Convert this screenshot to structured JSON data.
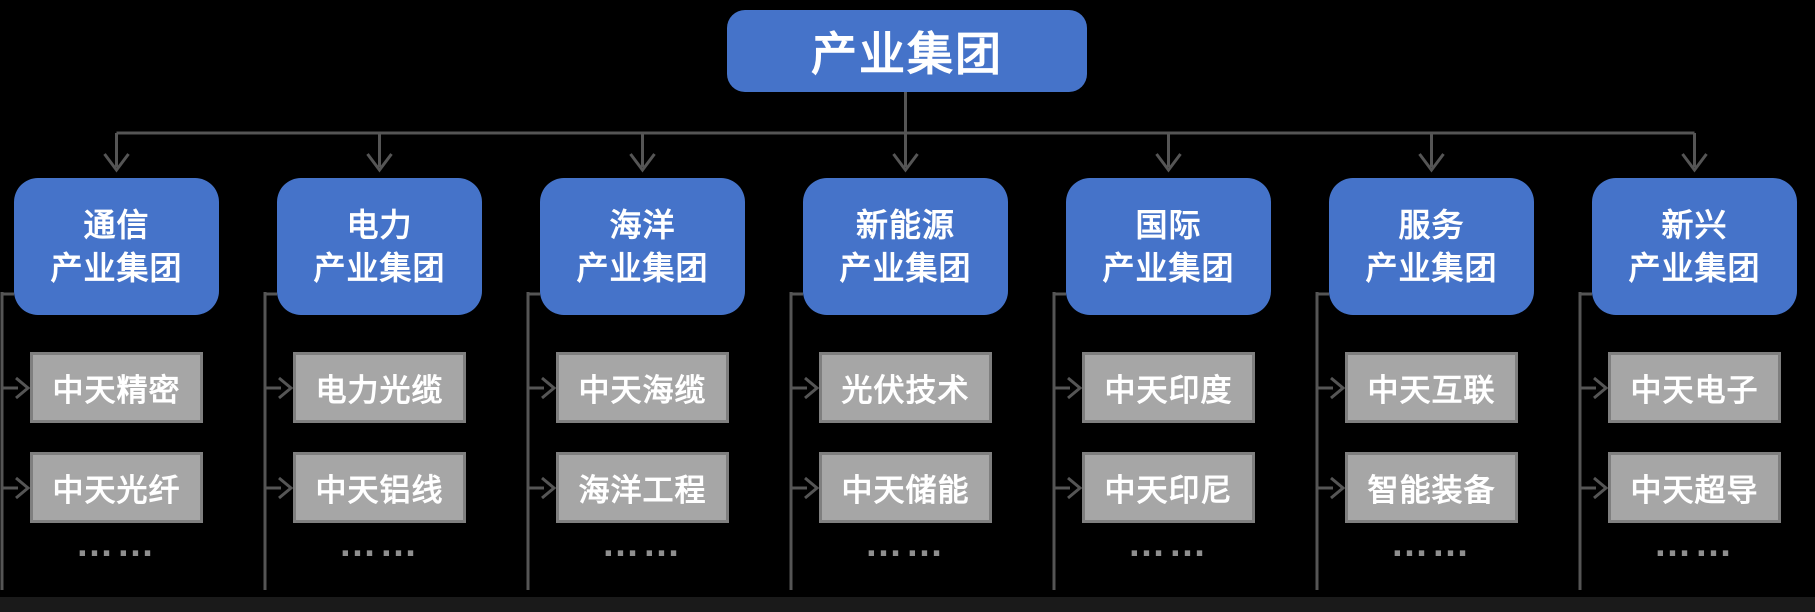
{
  "root": {
    "label": "产业集团"
  },
  "columns": [
    {
      "title_lines": [
        "通信",
        "产业集团"
      ],
      "subsidiaries": [
        "中天精密",
        "中天光纤"
      ],
      "ellipsis": "……"
    },
    {
      "title_lines": [
        "电力",
        "产业集团"
      ],
      "subsidiaries": [
        "电力光缆",
        "中天铝线"
      ],
      "ellipsis": "……"
    },
    {
      "title_lines": [
        "海洋",
        "产业集团"
      ],
      "subsidiaries": [
        "中天海缆",
        "海洋工程"
      ],
      "ellipsis": "……"
    },
    {
      "title_lines": [
        "新能源",
        "产业集团"
      ],
      "subsidiaries": [
        "光伏技术",
        "中天储能"
      ],
      "ellipsis": "……"
    },
    {
      "title_lines": [
        "国际",
        "产业集团"
      ],
      "subsidiaries": [
        "中天印度",
        "中天印尼"
      ],
      "ellipsis": "……"
    },
    {
      "title_lines": [
        "服务",
        "产业集团"
      ],
      "subsidiaries": [
        "中天互联",
        "智能装备"
      ],
      "ellipsis": "……"
    },
    {
      "title_lines": [
        "新兴",
        "产业集团"
      ],
      "subsidiaries": [
        "中天电子",
        "中天超导"
      ],
      "ellipsis": "……"
    }
  ],
  "colors": {
    "group_box": "#4573C9",
    "subsidiary_box": "#A6A6A6",
    "subsidiary_border": "#7F7F7F",
    "connector": "#555555",
    "background": "#000000",
    "text": "#FFFFFF",
    "ellipsis_dots": "#8F8F8F"
  }
}
